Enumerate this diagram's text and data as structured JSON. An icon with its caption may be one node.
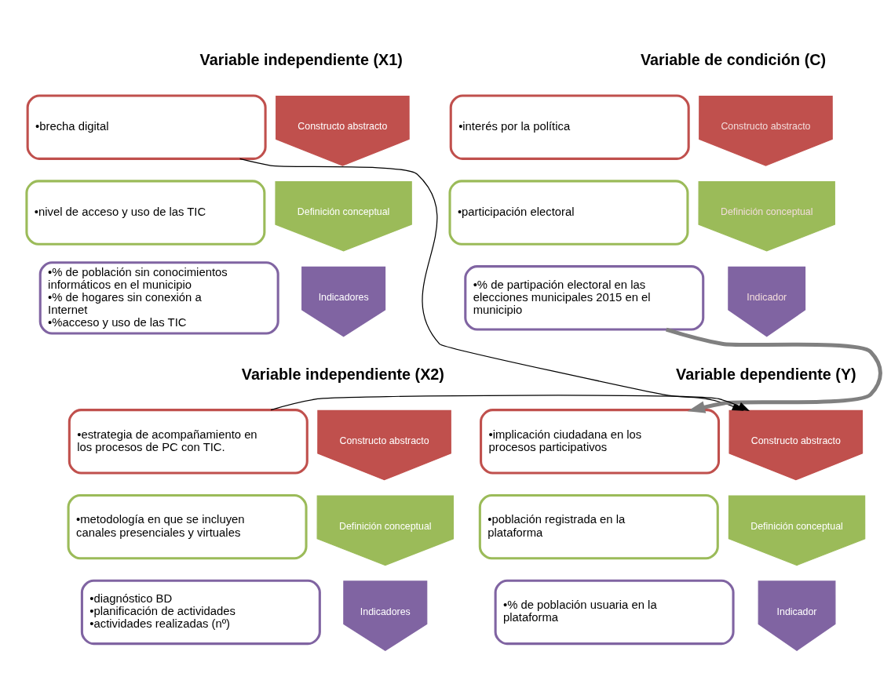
{
  "diagram": {
    "nodes": [
      {
        "text": [
          "Constructo abstracto"
        ]
      },
      {
        "text": [
          "•brecha digital"
        ]
      },
      {
        "text": [
          "Definición conceptual"
        ]
      },
      {
        "text": [
          "•nivel de acceso y uso de las TIC"
        ]
      },
      {
        "text": [
          "Indicadores"
        ]
      },
      {
        "text": [
          "•% de población sin conocimientos informáticos en el municipio",
          "•% de hogares sin conexión a Internet",
          "•%acceso y uso de las TIC"
        ]
      },
      {
        "text": [
          "Constructo abstracto"
        ]
      },
      {
        "text": [
          "•interés por la política"
        ]
      },
      {
        "text": [
          "Definición conceptual"
        ]
      },
      {
        "text": [
          "•participación electoral"
        ]
      },
      {
        "text": [
          "Indicador"
        ]
      },
      {
        "text": [
          "•% de partipación electoral en las elecciones municipales 2015 en el municipio"
        ]
      },
      {
        "text": [
          "Constructo abstracto"
        ]
      },
      {
        "text": [
          "•estrategia de acompañamiento en los procesos de PC con TIC."
        ]
      },
      {
        "text": [
          "Definición conceptual"
        ]
      },
      {
        "text": [
          "•metodología en que se incluyen canales presenciales y virtuales"
        ]
      },
      {
        "text": [
          "Indicadores"
        ]
      },
      {
        "text": [
          "•diagnóstico BD",
          "•planificación de actividades",
          "•actividades realizadas (nº)"
        ]
      },
      {
        "text": [
          "Constructo abstracto"
        ]
      },
      {
        "text": [
          "•implicación ciudadana en los procesos participativos"
        ]
      },
      {
        "text": [
          "Definición conceptual"
        ]
      },
      {
        "text": [
          "•población registrada en la plataforma"
        ]
      },
      {
        "text": [
          "Indicador"
        ]
      },
      {
        "text": [
          "•% de población usuaria en la plataforma"
        ]
      }
    ],
    "edges": [
      {
        "from": 1,
        "to": 18,
        "arrow": "to"
      },
      {
        "from": 13,
        "to": 18,
        "arrow": "to"
      },
      {
        "from": 11,
        "to": 19,
        "arrow": "to",
        "style": "thick",
        "color": "#808080"
      }
    ],
    "labels": [
      "Variable independiente (X1)",
      "Variable de condición (C)",
      "Variable independiente (X2)",
      "Variable dependiente (Y)"
    ]
  }
}
